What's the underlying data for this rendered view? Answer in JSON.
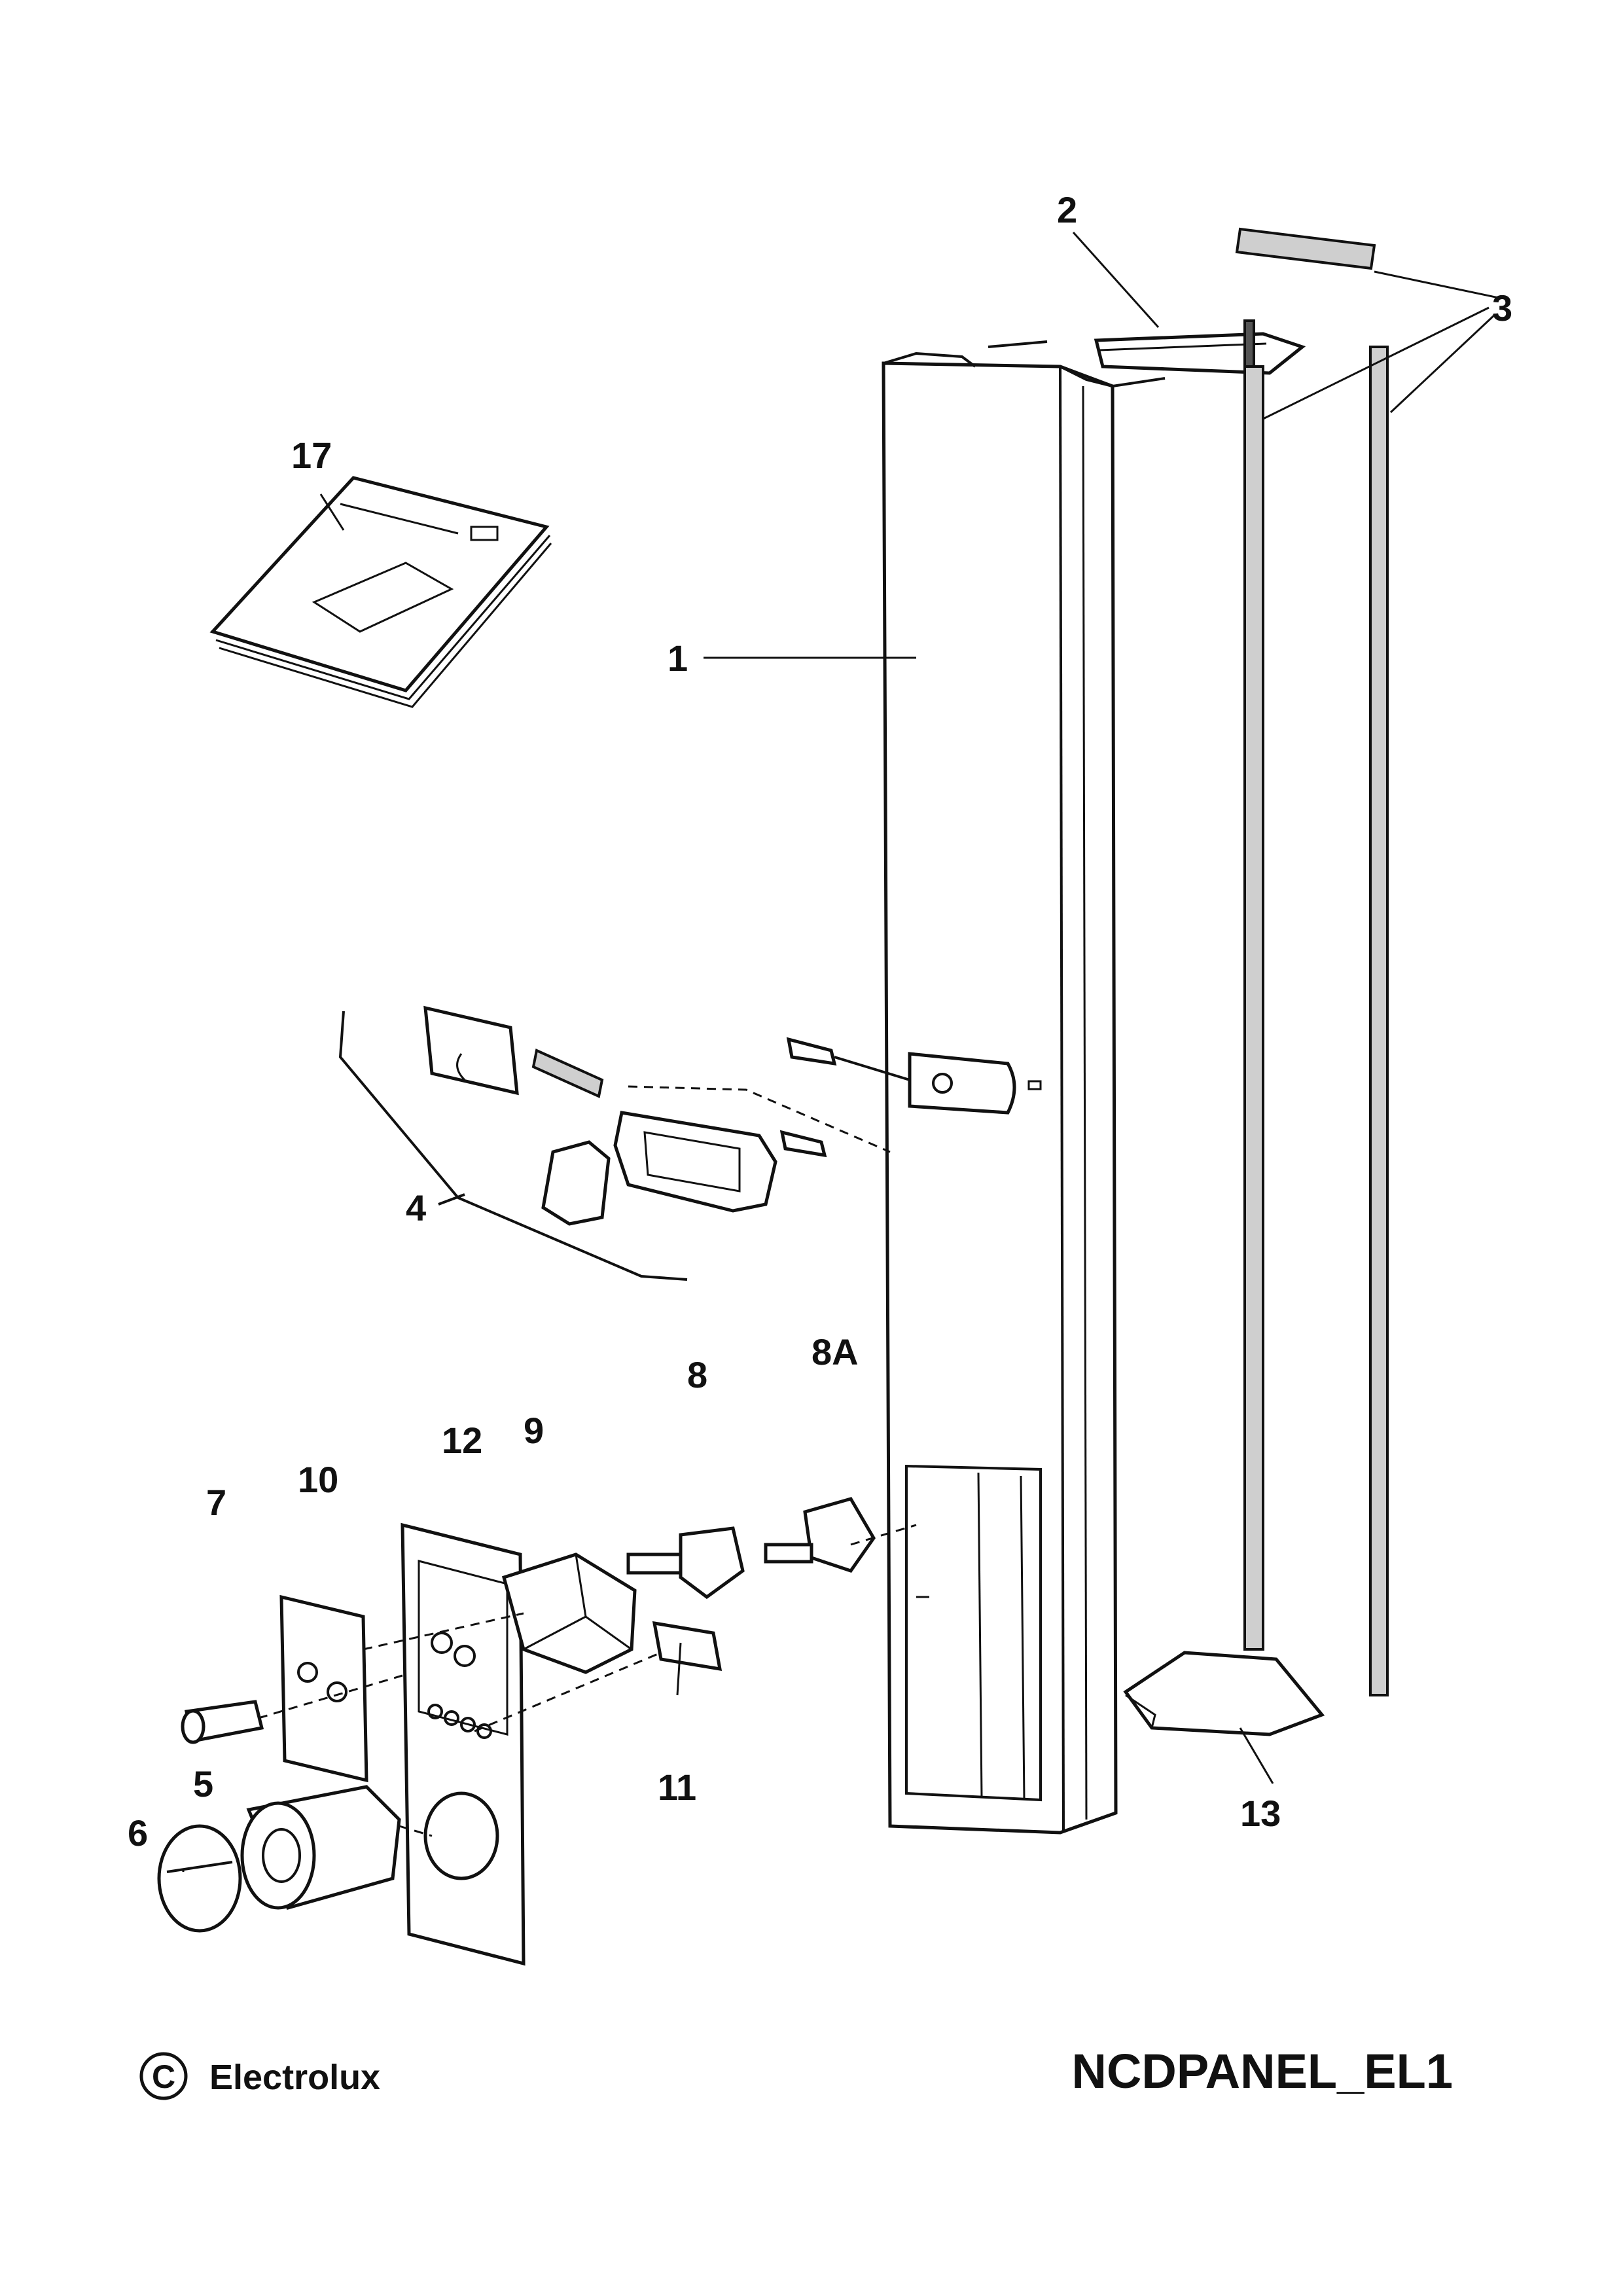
{
  "labels": {
    "l1": "1",
    "l2": "2",
    "l3": "3",
    "l4": "4",
    "l5": "5",
    "l6": "6",
    "l7": "7",
    "l8": "8",
    "l8a": "8A",
    "l9": "9",
    "l10": "10",
    "l11": "11",
    "l12": "12",
    "l13": "13",
    "l17": "17"
  },
  "footer": {
    "copyright_symbol": "C",
    "brand": "Electrolux",
    "diagram_code": "NCDPANEL_EL1"
  }
}
